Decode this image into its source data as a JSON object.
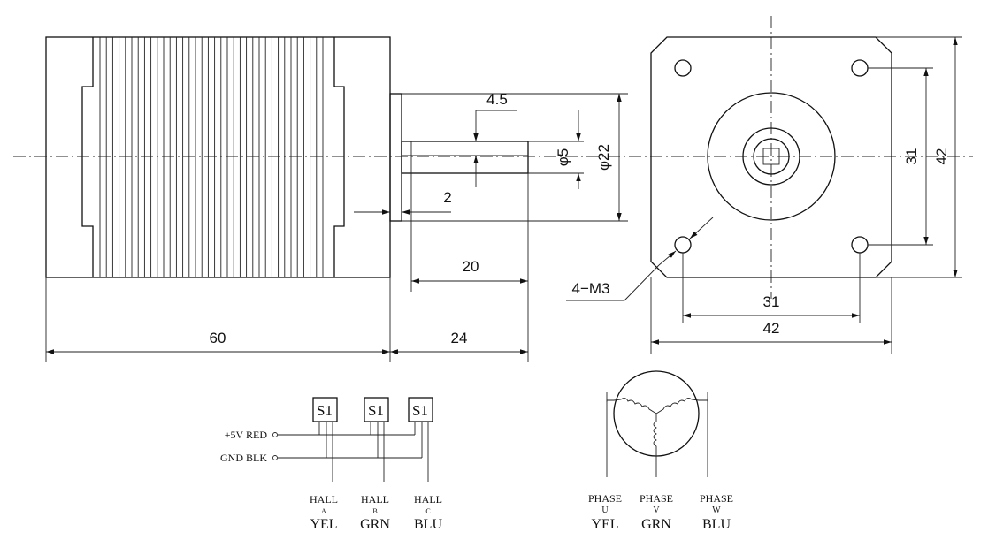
{
  "drawing": {
    "dimensions": {
      "body_length": "60",
      "shaft_total": "24",
      "shaft_exposed": "20",
      "flat_depth": "4.5",
      "shoulder": "2",
      "shaft_dia": "φ5",
      "pilot_dia": "φ22",
      "hole_pitch_v": "31",
      "flange_v": "42",
      "hole_pitch_h": "31",
      "flange_h": "42",
      "thread": "4−M3"
    },
    "hall": {
      "power_label": "+5V RED",
      "gnd_label": "GND BLK",
      "sensor_label": "S1",
      "sensors": [
        {
          "name": "HALL",
          "sub": "A",
          "color": "YEL"
        },
        {
          "name": "HALL",
          "sub": "B",
          "color": "GRN"
        },
        {
          "name": "HALL",
          "sub": "C",
          "color": "BLU"
        }
      ]
    },
    "phases": [
      {
        "name": "PHASE",
        "sub": "U",
        "color": "YEL"
      },
      {
        "name": "PHASE",
        "sub": "V",
        "color": "GRN"
      },
      {
        "name": "PHASE",
        "sub": "W",
        "color": "BLU"
      }
    ]
  }
}
